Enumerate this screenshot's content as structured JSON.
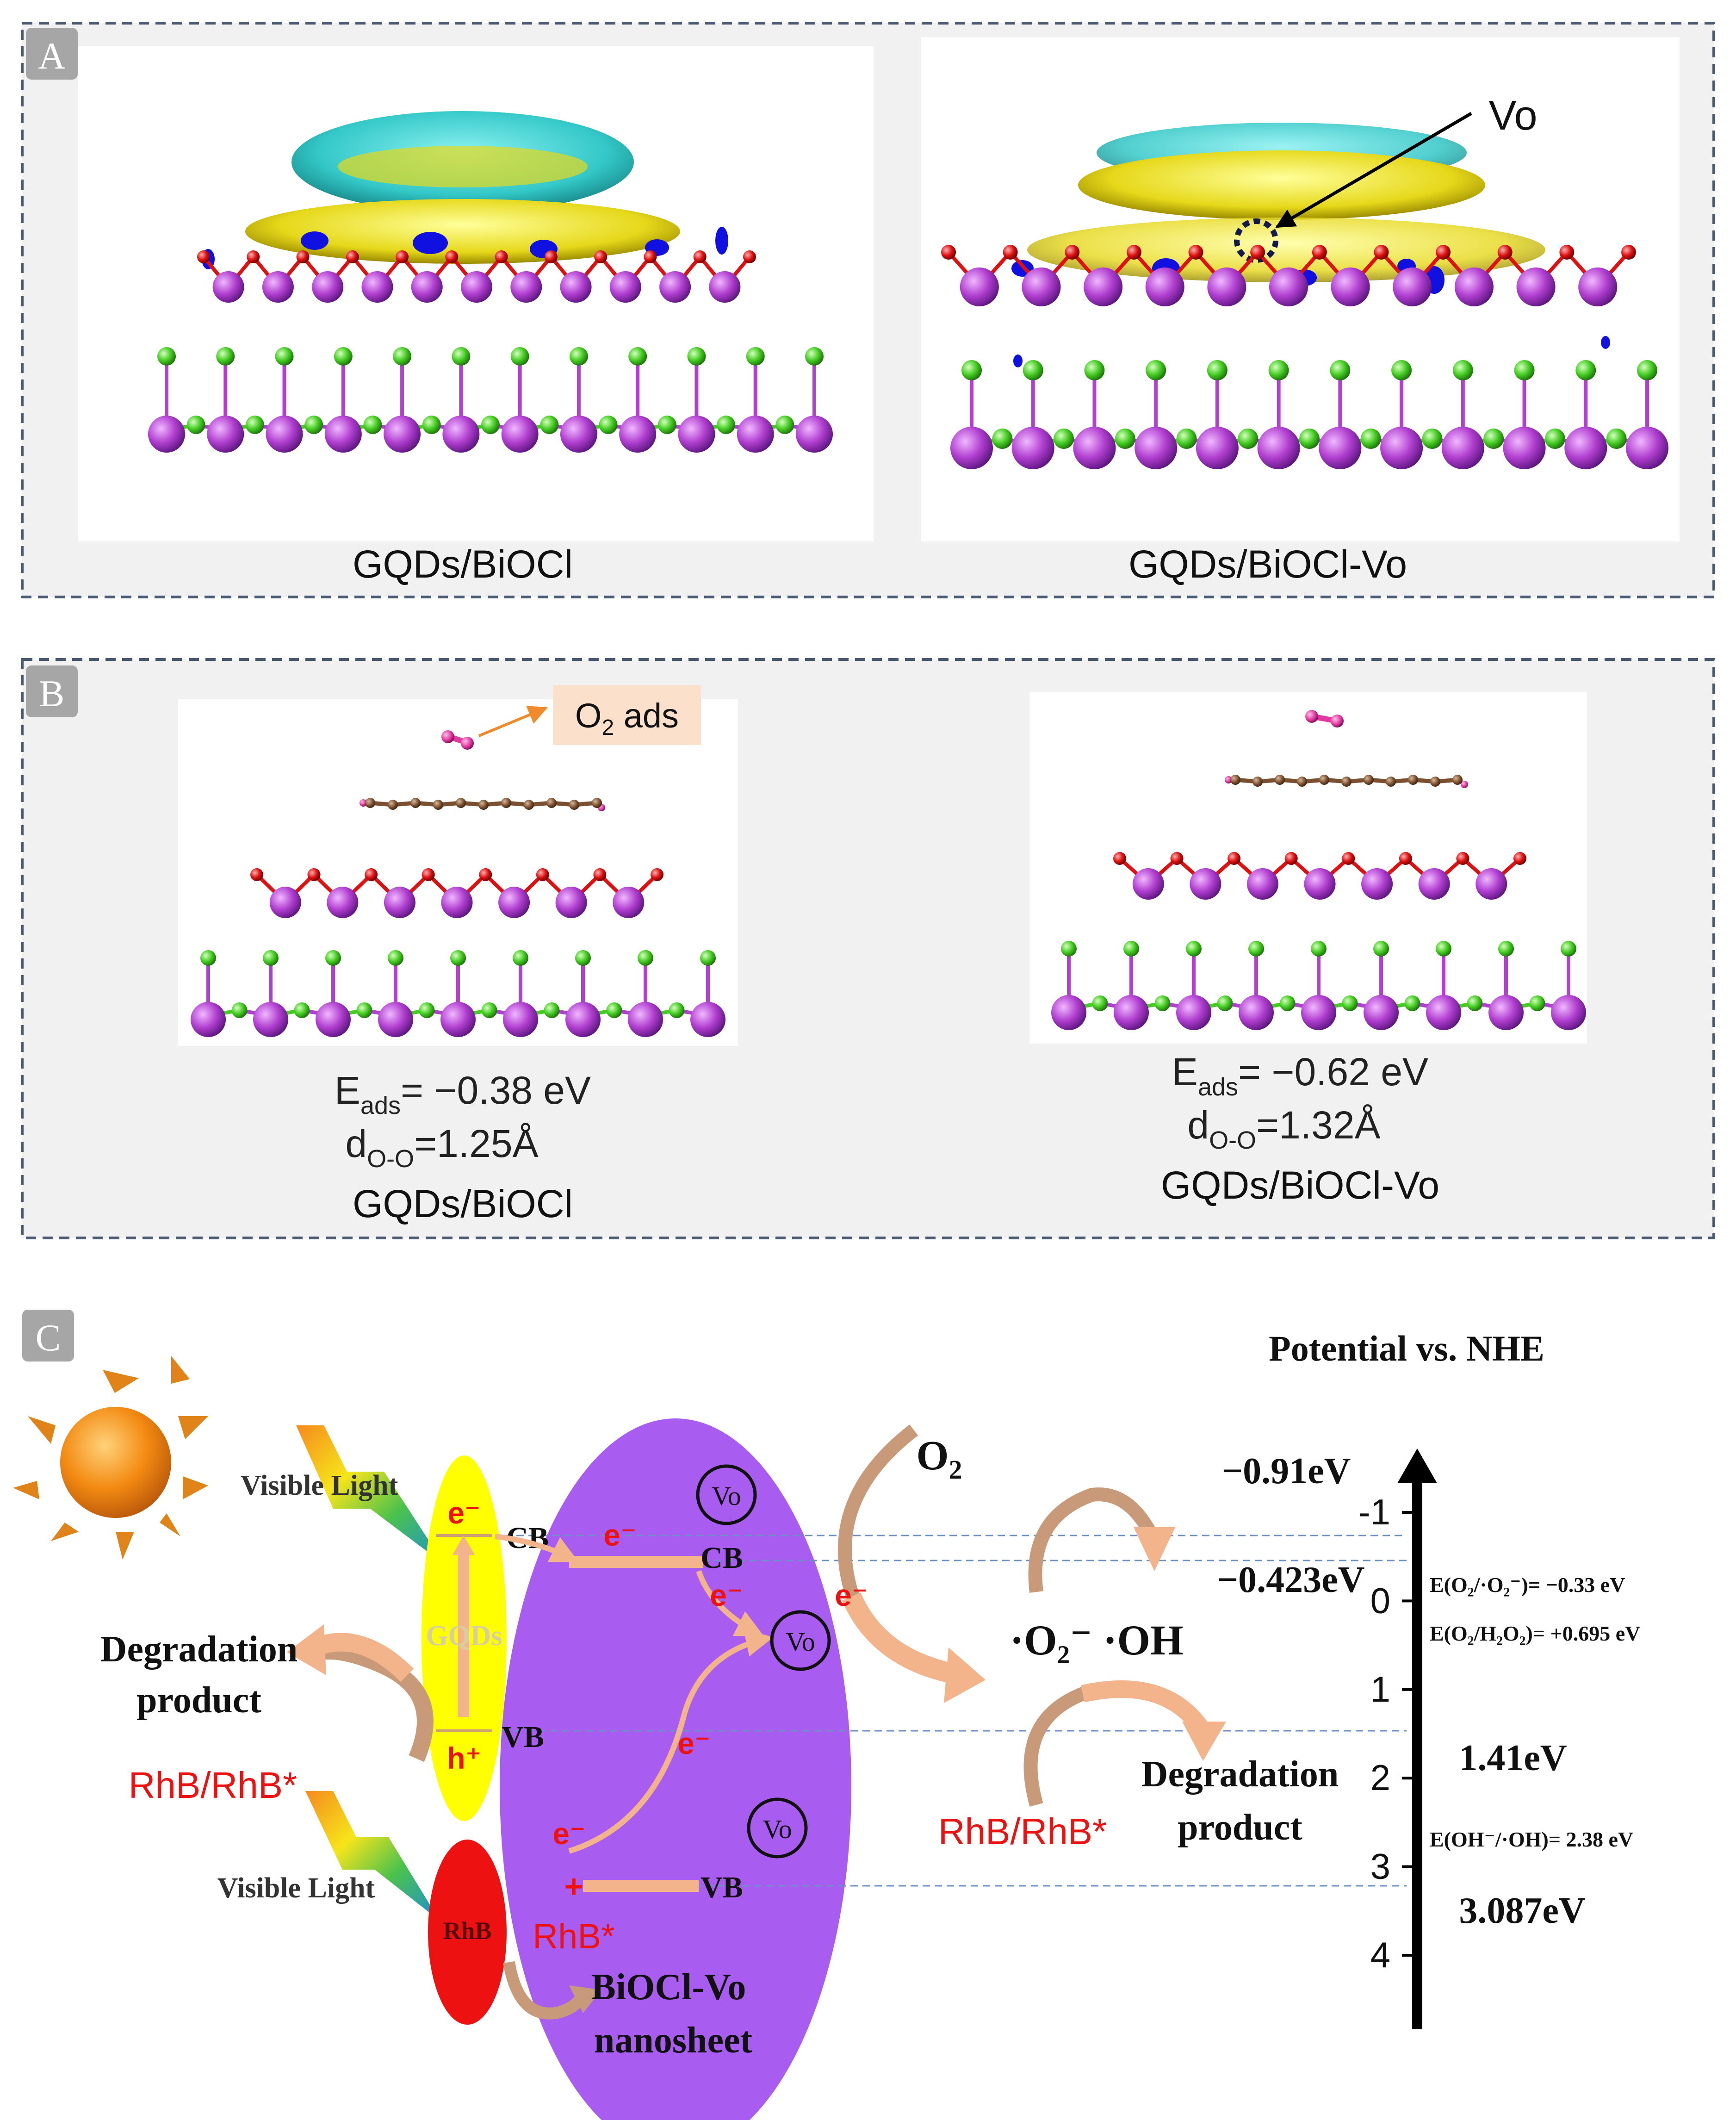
{
  "panels": {
    "a": {
      "letter": "A",
      "left_caption": "GQDs/BiOCl",
      "right_caption": "GQDs/BiOCl-Vo",
      "vo_label": "Vo"
    },
    "b": {
      "letter": "B",
      "o2_tag": "O",
      "o2_tag_sub": "2",
      "o2_tag_rest": " ads",
      "left": {
        "eads_main": "E",
        "eads_sub": "ads",
        "eads_value": "= −0.38 eV",
        "doo_main": "d",
        "doo_sub": "O-O",
        "doo_value": "=1.25Å",
        "caption": "GQDs/BiOCl"
      },
      "right": {
        "eads_main": "E",
        "eads_sub": "ads",
        "eads_value": "= −0.62 eV",
        "doo_main": "d",
        "doo_sub": "O-O",
        "doo_value": "=1.32Å",
        "caption": "GQDs/BiOCl-Vo"
      }
    },
    "c": {
      "letter": "C",
      "axis_title": "Potential vs. NHE",
      "axis_ticks": [
        "-1",
        "0",
        "1",
        "2",
        "3",
        "4"
      ],
      "visible_light": "Visible Light",
      "gqds": "GQDs",
      "cb": "CB",
      "vb": "VB",
      "electron": "e⁻",
      "hole": "h⁺",
      "plus": "+",
      "vo": "Vo",
      "rhb": "RhB",
      "rhb_star": "RhB*",
      "rhb_pair": "RhB/RhB*",
      "degradation_1": "Degradation",
      "degradation_2": "product",
      "bioclvo_1": "BiOCl-Vo",
      "bioclvo_2": "nanosheet",
      "o2": "O",
      "o2_sub": "2",
      "radicals": "·O₂⁻ ·OH",
      "energies": {
        "gqd_cb": "−0.91eV",
        "biocl_cb": "−0.423eV",
        "gqd_vb": "1.41eV",
        "biocl_vb": "3.087eV"
      },
      "potentials": {
        "o2_superoxide": "E(O₂/·O₂⁻)= −0.33 eV",
        "o2_h2o2": "E(O₂/H₂O₂)= +0.695 eV",
        "oh": "E(OH⁻/·OH)= 2.38 eV"
      }
    }
  },
  "colors": {
    "panel_bg": "#f1f1f1",
    "panel_border": "#4a5a72",
    "purple": "#a95cf0",
    "yellow": "#ffff00",
    "rhb_red": "#ee1111",
    "arrow_peach": "#f3b48c",
    "arrow_tan": "#c99a7a",
    "text_red": "#ee1111",
    "bi_atom": "#b13fd0",
    "cl_atom": "#44cc22",
    "o_atom": "#dd1111",
    "c_atom": "#7a5030",
    "cyan_iso": "#34d4d4",
    "yellow_iso": "#e8e020"
  }
}
